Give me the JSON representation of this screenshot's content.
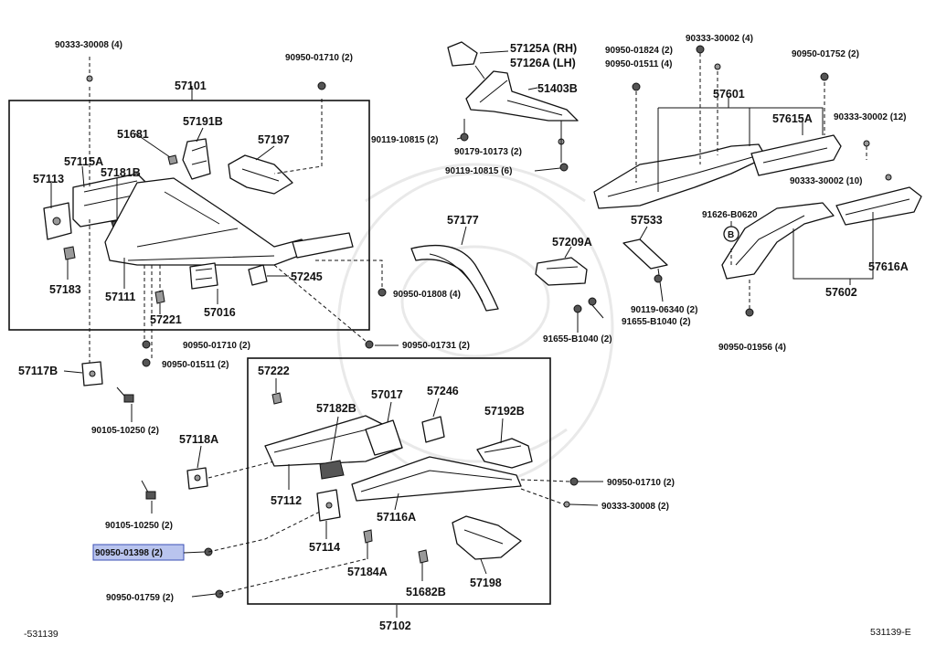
{
  "labels": {
    "p90333_30008_4_top": "90333-30008 (4)",
    "p90950_01710_2_a": "90950-01710 (2)",
    "p57101": "57101",
    "p51681": "51681",
    "p57191B": "57191B",
    "p57197": "57197",
    "p57115A": "57115A",
    "p57181B": "57181B",
    "p57113": "57113",
    "p57183": "57183",
    "p57111": "57111",
    "p57221": "57221",
    "p57016": "57016",
    "p57245": "57245",
    "p90950_01710_2_b": "90950-01710 (2)",
    "p90950_01511_2_a": "90950-01511 (2)",
    "p57117B": "57117B",
    "p90105_10250_2_a": "90105-10250 (2)",
    "p57118A": "57118A",
    "p90105_10250_2_b": "90105-10250 (2)",
    "p90950_01398_2": "90950-01398 (2)",
    "p90950_01759_2": "90950-01759 (2)",
    "p57125A": "57125A (RH)",
    "p57126A": "57126A (LH)",
    "p51403B": "51403B",
    "p90119_10815_2": "90119-10815 (2)",
    "p90179_10173_2": "90179-10173 (2)",
    "p90119_10815_6": "90119-10815 (6)",
    "p57177": "57177",
    "p57209A": "57209A",
    "p90950_01808_4": "90950-01808 (4)",
    "p90950_01731_2": "90950-01731 (2)",
    "p57533": "57533",
    "p90119_06340_2": "90119-06340 (2)",
    "p91655_B1040_2_a": "91655-B1040 (2)",
    "p91655_B1040_2_b": "91655-B1040 (2)",
    "p90950_01824_2": "90950-01824 (2)",
    "p90950_01511_4": "90950-01511 (4)",
    "p90333_30002_4": "90333-30002 (4)",
    "p90950_01752_2": "90950-01752 (2)",
    "p57601": "57601",
    "p57615A": "57615A",
    "p90333_30002_12": "90333-30002 (12)",
    "p90333_30002_10": "90333-30002 (10)",
    "p91626_B0620": "91626-B0620",
    "circleB": "B",
    "p57616A": "57616A",
    "p57602": "57602",
    "p90950_01956_4": "90950-01956 (4)",
    "p57222": "57222",
    "p57182B": "57182B",
    "p57017": "57017",
    "p57246": "57246",
    "p57192B": "57192B",
    "p57112": "57112",
    "p57116A": "57116A",
    "p57114": "57114",
    "p57184A": "57184A",
    "p51682B": "51682B",
    "p57198": "57198",
    "p90950_01710_2_c": "90950-01710 (2)",
    "p90333_30008_2": "90333-30008 (2)",
    "p57102": "57102"
  },
  "footer": {
    "left": "-531139",
    "right": "531139-E"
  },
  "highlight_color": "#b9c4ee"
}
